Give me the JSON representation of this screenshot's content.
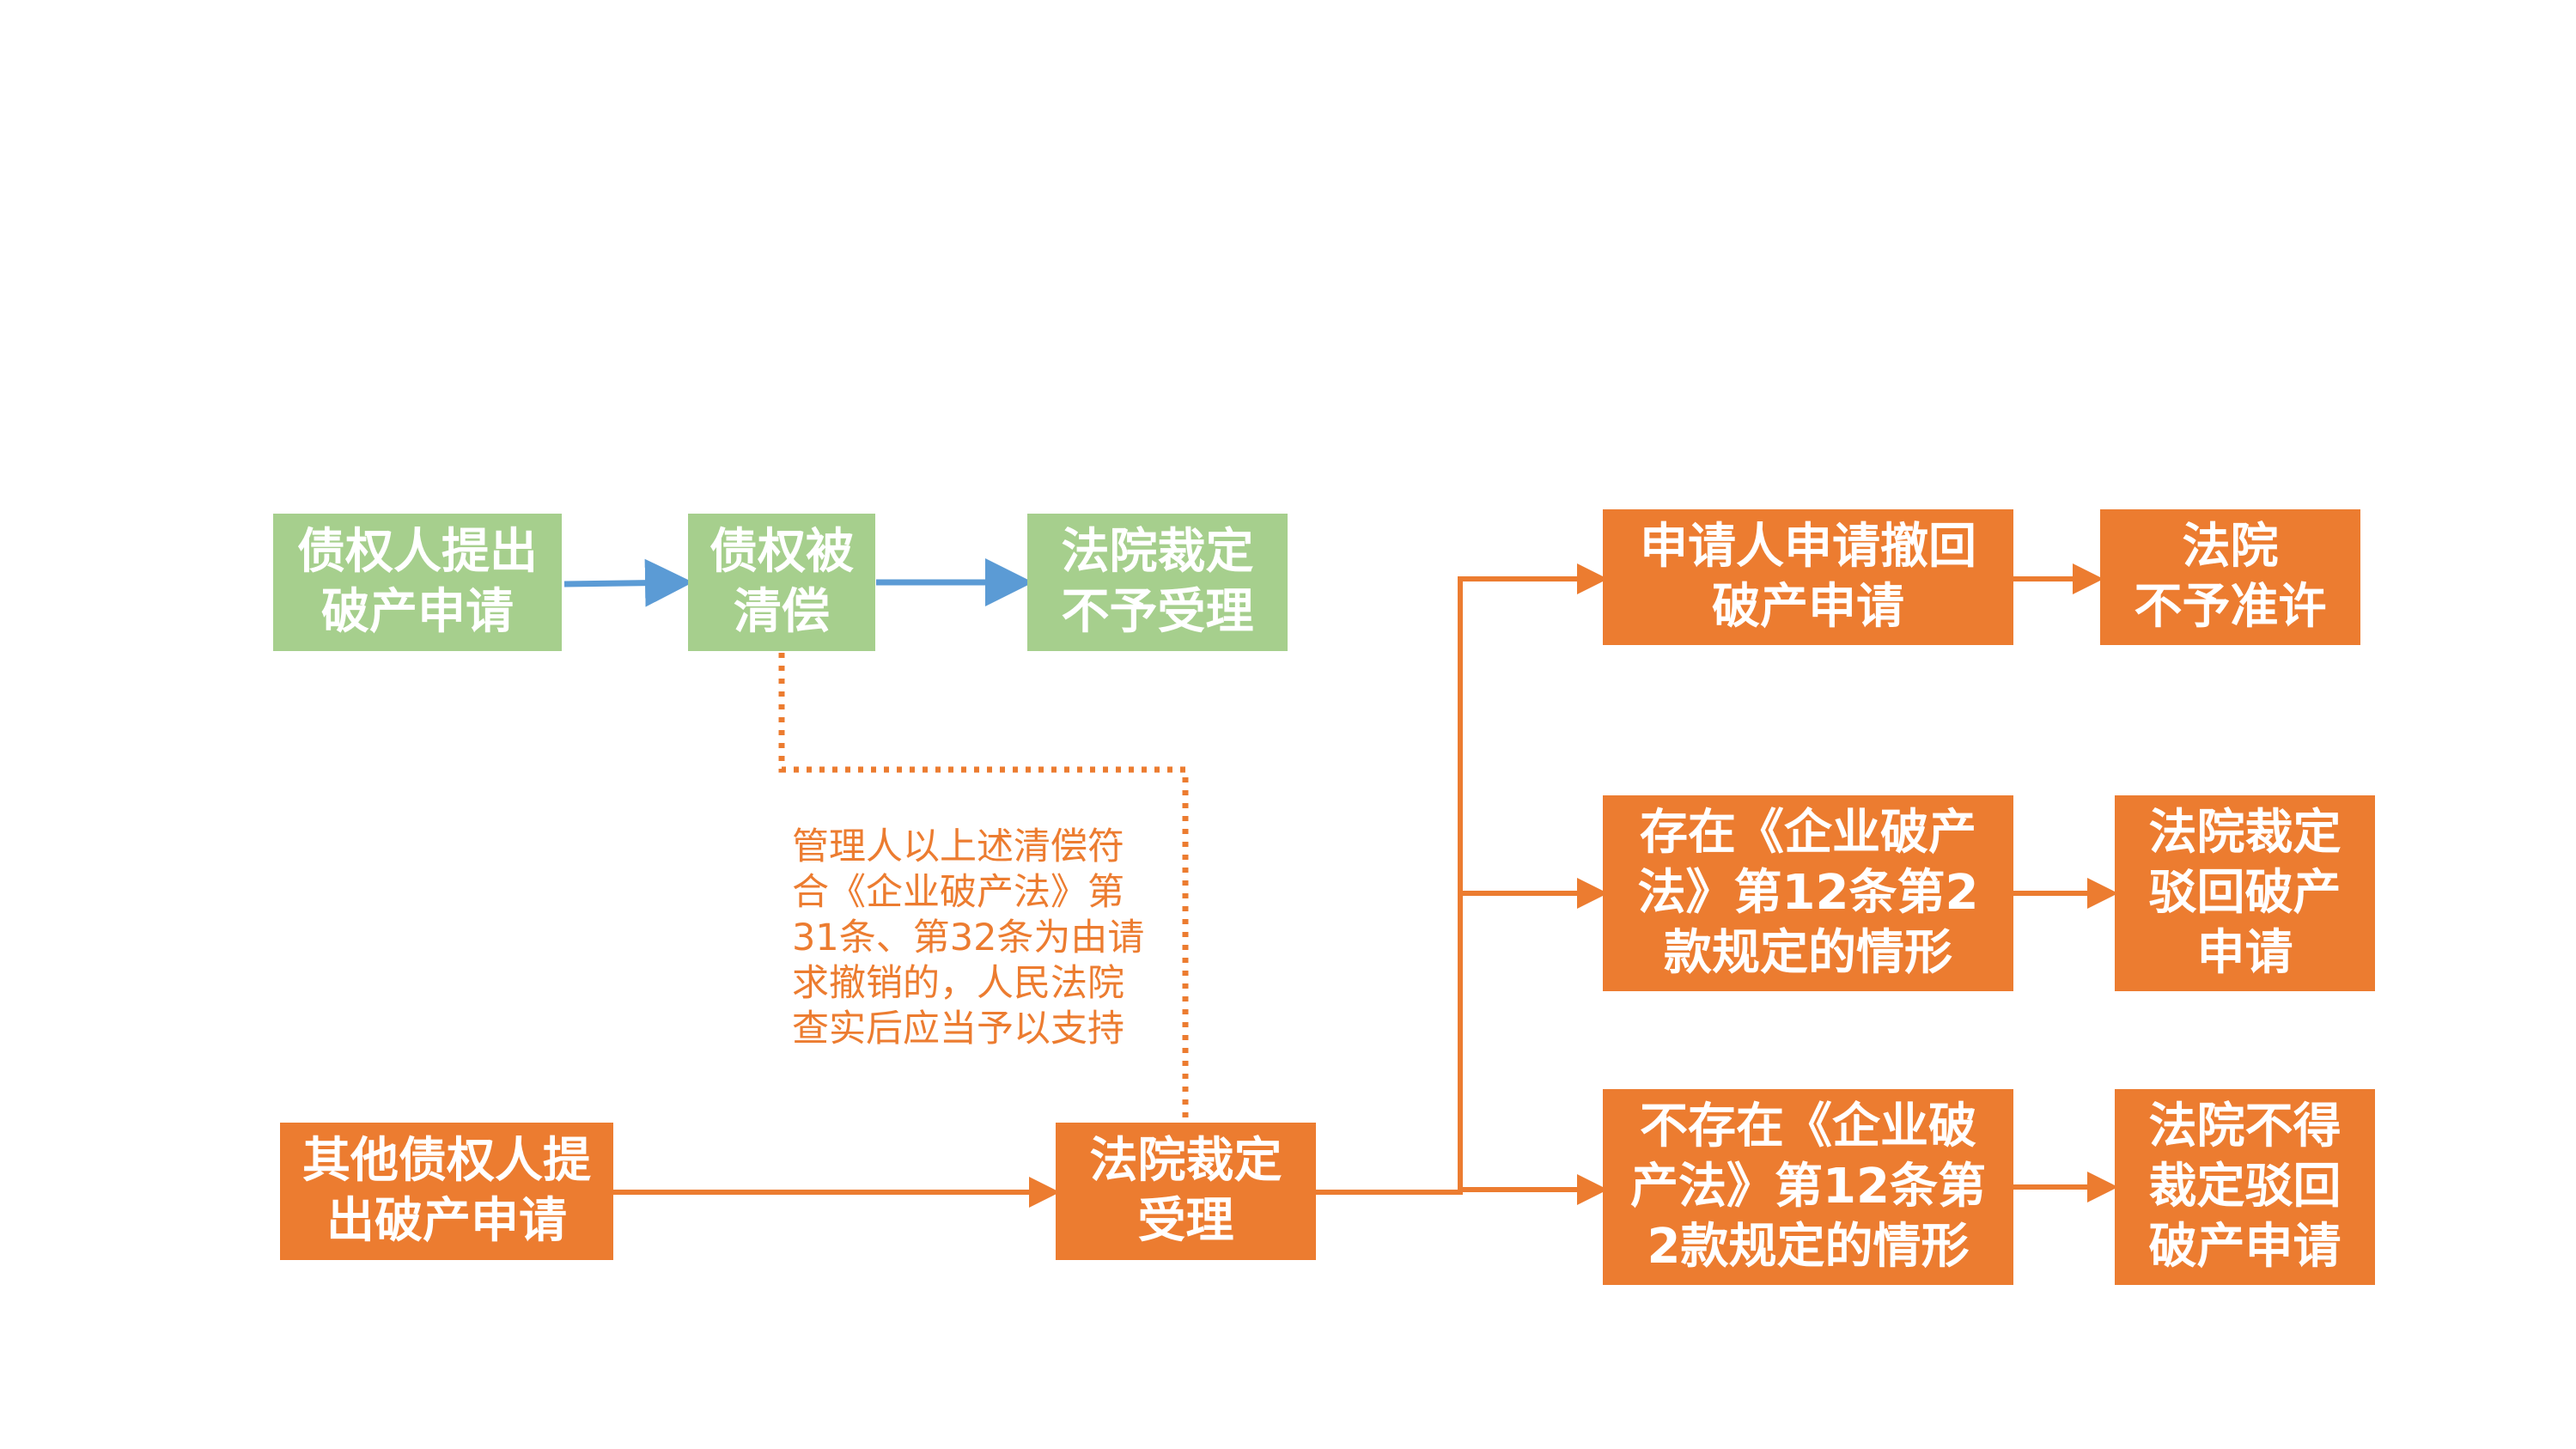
{
  "colors": {
    "green_box": "#a6cf8d",
    "orange_box": "#ec7c30",
    "blue_arrow": "#5b9bd5",
    "orange_arrow": "#ec7c30",
    "text_on_box": "#ffffff"
  },
  "nodes": {
    "creditor_apply": "债权人提出\n破产申请",
    "claim_repaid": "债权被\n清偿",
    "court_reject_accept": "法院裁定\n不予受理",
    "other_creditor_apply": "其他债权人提\n出破产申请",
    "court_accept": "法院裁定\n受理",
    "applicant_withdraw": "申请人申请撤回\n破产申请",
    "court_deny_withdraw": "法院\n不予准许",
    "art12_exists": "存在《企业破产\n法》第12条第2\n款规定的情形",
    "court_dismiss": "法院裁定\n驳回破产\n申请",
    "art12_not_exists": "不存在《企业破\n产法》第12条第\n2款规定的情形",
    "court_cannot_dismiss": "法院不得\n裁定驳回\n破产申请"
  },
  "annotation": "管理人以上述清偿符\n合《企业破产法》第\n31条、第32条为由请\n求撤销的，人民法院\n查实后应当予以支持"
}
